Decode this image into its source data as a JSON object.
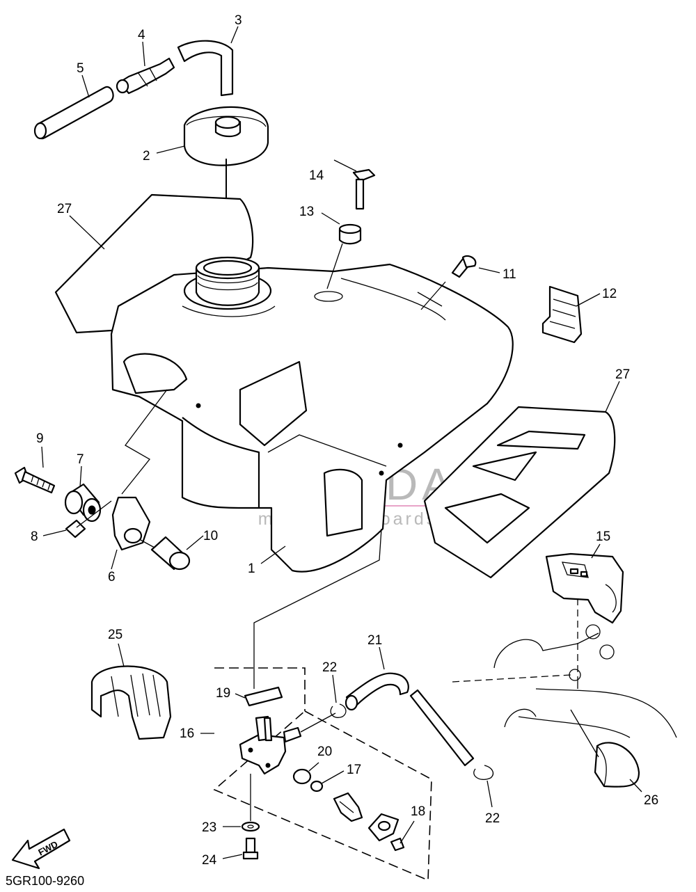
{
  "diagram": {
    "callouts": [
      "1",
      "2",
      "3",
      "4",
      "5",
      "6",
      "7",
      "8",
      "9",
      "10",
      "11",
      "12",
      "13",
      "14",
      "15",
      "16",
      "17",
      "18",
      "19",
      "20",
      "21",
      "22",
      "22",
      "23",
      "24",
      "25",
      "26",
      "27",
      "27"
    ],
    "drawing_code": "5GR100-9260",
    "fwd_label": "FWD"
  },
  "watermark": {
    "brand": "ARMADA",
    "tagline": "marine outboards",
    "colors": {
      "logo": "#e8a3c8",
      "text": "#b9b9b9"
    }
  }
}
